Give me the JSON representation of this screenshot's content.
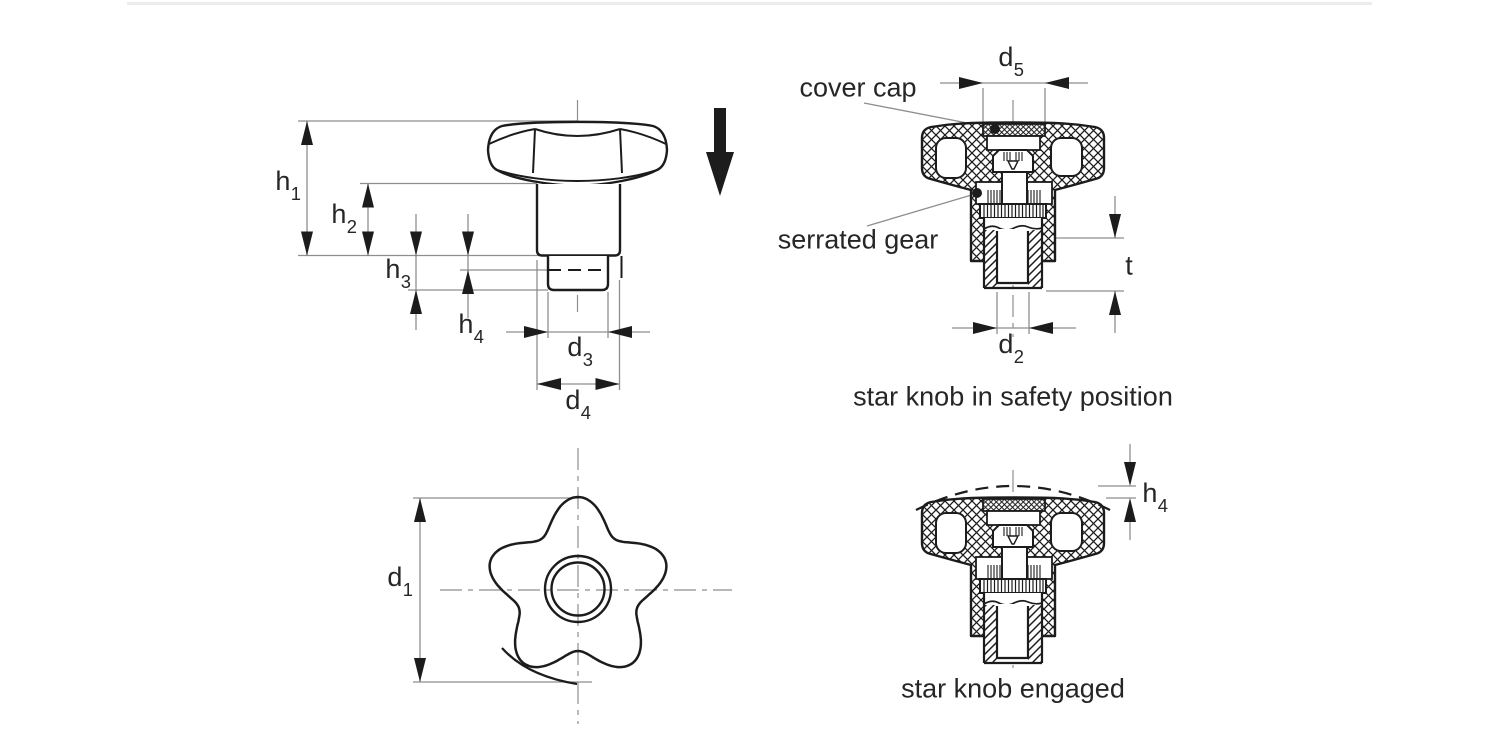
{
  "drawing": {
    "captions": {
      "safety": "star knob in safety position",
      "engaged": "star knob engaged"
    },
    "callouts": {
      "cover_cap": "cover cap",
      "serrated_gear": "serrated gear"
    },
    "dims": {
      "h1": {
        "base": "h",
        "sub": "1"
      },
      "h2": {
        "base": "h",
        "sub": "2"
      },
      "h3": {
        "base": "h",
        "sub": "3"
      },
      "h4": {
        "base": "h",
        "sub": "4"
      },
      "d1": {
        "base": "d",
        "sub": "1"
      },
      "d2": {
        "base": "d",
        "sub": "2"
      },
      "d3": {
        "base": "d",
        "sub": "3"
      },
      "d4": {
        "base": "d",
        "sub": "4"
      },
      "d5": {
        "base": "d",
        "sub": "5"
      },
      "t": {
        "base": "t",
        "sub": ""
      }
    },
    "colors": {
      "object_line": "#1c1c1c",
      "dimension_line": "#8e8e8e",
      "text": "#262626",
      "separator": "#ececec"
    }
  }
}
